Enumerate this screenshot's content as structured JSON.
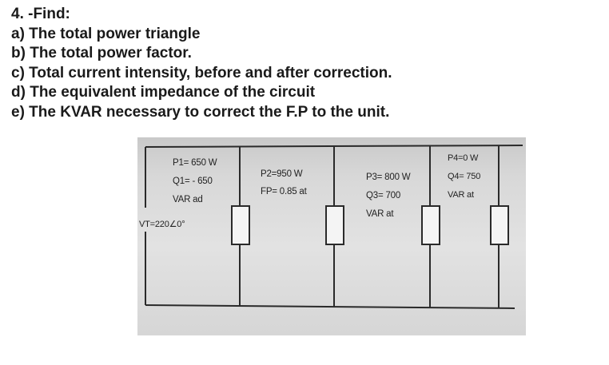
{
  "question": {
    "lines": [
      "4. -Find:",
      "a) The total power triangle",
      "b) The total power factor.",
      "c) Total current intensity, before and after correction.",
      "d) The equivalent impedance of the circuit",
      "e) The KVAR necessary to correct the F.P to the unit."
    ]
  },
  "circuit": {
    "source": "VT=220∠0°",
    "loads": [
      {
        "lines": [
          "P1= 650 W",
          "Q1= - 650",
          "VAR ad"
        ]
      },
      {
        "lines": [
          "P2=950 W",
          "FP= 0.85 at"
        ]
      },
      {
        "lines": [
          "P3= 800 W",
          "Q3= 700",
          "VAR at"
        ]
      },
      {
        "lines": [
          "P4=0 W",
          "Q4= 750",
          "VAR at"
        ]
      }
    ]
  }
}
